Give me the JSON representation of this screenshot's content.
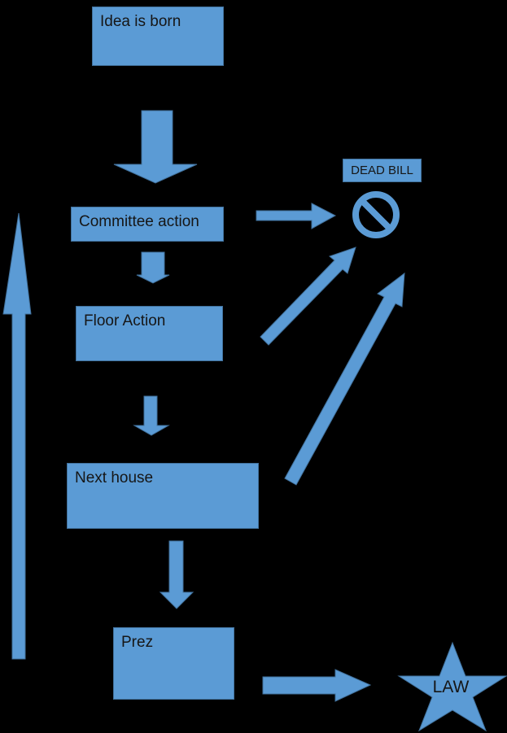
{
  "diagram": {
    "background_color": "#000000",
    "shape_fill_color": "#5B9BD5",
    "shape_border_color": "#41719C",
    "label_color": "#161616",
    "nodes": {
      "idea": {
        "label": "Idea is born"
      },
      "committee": {
        "label": "Committee action"
      },
      "floor": {
        "label": "Floor Action"
      },
      "next_house": {
        "label": "Next house"
      },
      "prez": {
        "label": "Prez"
      },
      "dead_bill": {
        "label": "DEAD BILL"
      },
      "law": {
        "label": "LAW"
      }
    },
    "icons": {
      "no_symbol": "no-symbol-icon",
      "star": "star-icon"
    },
    "edges": [
      {
        "from": "idea",
        "to": "committee",
        "type": "block-arrow-down"
      },
      {
        "from": "committee",
        "to": "dead_bill",
        "type": "block-arrow-right"
      },
      {
        "from": "committee",
        "to": "floor",
        "type": "block-arrow-down"
      },
      {
        "from": "floor",
        "to": "dead_bill",
        "type": "block-arrow-diagonal-up-right"
      },
      {
        "from": "floor",
        "to": "next_house",
        "type": "block-arrow-down"
      },
      {
        "from": "next_house",
        "to": "dead_bill",
        "type": "block-arrow-diagonal-up-right"
      },
      {
        "from": "next_house",
        "to": "prez",
        "type": "block-arrow-down"
      },
      {
        "from": "prez",
        "to": "law",
        "type": "block-arrow-right"
      },
      {
        "from": "bottom-left",
        "to": "top-left",
        "type": "block-arrow-up"
      }
    ]
  }
}
